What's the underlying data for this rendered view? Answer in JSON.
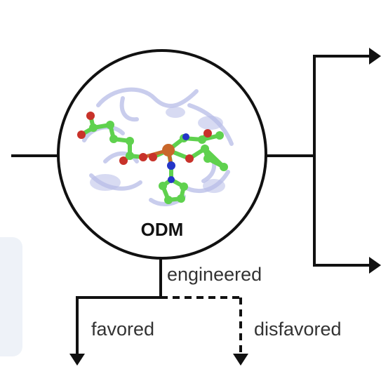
{
  "center_label": "ODM",
  "branches": {
    "engineered": "engineered",
    "favored": "favored",
    "disfavored": "disfavored"
  },
  "colors": {
    "line": "#111111",
    "carbon": "#5fd14e",
    "oxygen": "#c8322a",
    "nitrogen": "#2435c8",
    "iron": "#c9672a",
    "protein": "#b8bde8",
    "panel": "#eef2f8"
  },
  "icons": [
    "molecule-structure-icon",
    "arrow-right-icon",
    "arrow-down-icon"
  ]
}
